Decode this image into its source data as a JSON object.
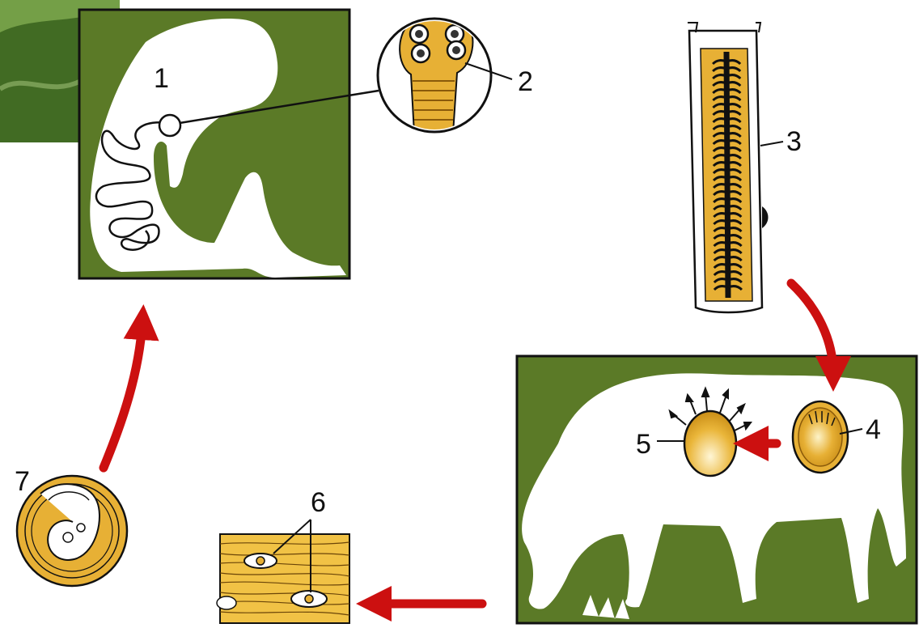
{
  "colors": {
    "panel_green": "#5b7a27",
    "silhouette": "#ffffff",
    "yellow": "#e7b035",
    "yellow_light": "#f4cf6a",
    "arrow_red": "#cc1010",
    "ink": "#111111"
  },
  "labels": {
    "n1": "1",
    "n2": "2",
    "n3": "3",
    "n4": "4",
    "n5": "5",
    "n6": "6",
    "n7": "7"
  }
}
